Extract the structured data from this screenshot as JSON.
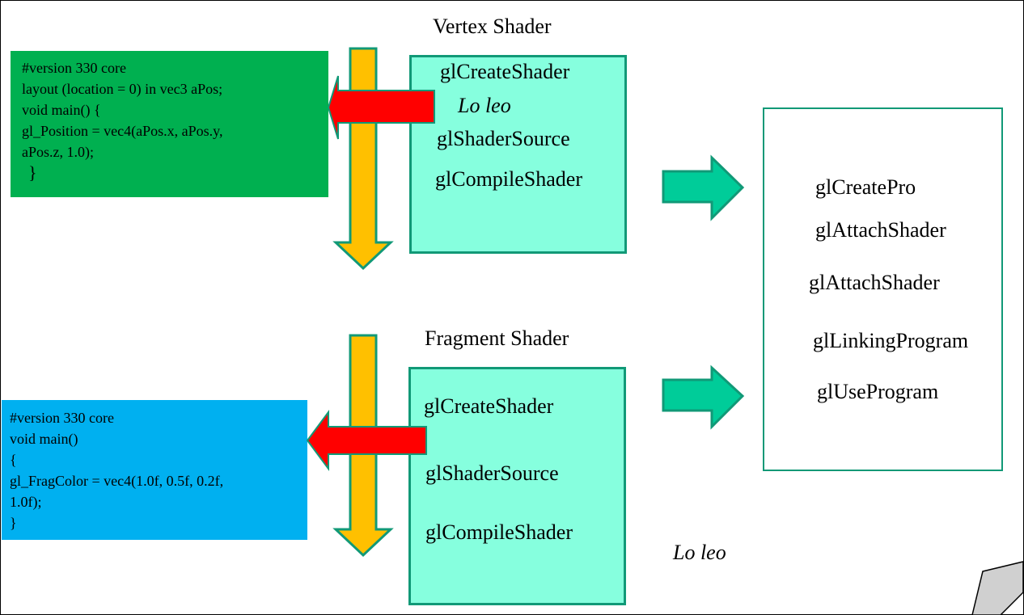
{
  "vertex": {
    "title": "Vertex Shader",
    "code": [
      "#version 330 core",
      "layout (location = 0)  in vec3 aPos;",
      "void main() {",
      "gl_Position = vec4(aPos.x, aPos.y,",
      "aPos.z, 1.0);",
      "  }"
    ],
    "steps": [
      "glCreateShader",
      "glShaderSource",
      "glCompileShader"
    ],
    "note": "Lo leo"
  },
  "fragment": {
    "title": "Fragment Shader",
    "code": [
      "#version 330 core",
      "void main()",
      "{",
      "gl_FragColor = vec4(1.0f, 0.5f, 0.2f,",
      "1.0f);",
      "}"
    ],
    "steps": [
      "glCreateShader",
      "glShaderSource",
      "glCompileShader"
    ],
    "note": "Lo leo"
  },
  "program": {
    "steps": [
      "glCreatePro",
      "glAttachShader",
      "glAttachShader",
      "glLinkingProgram",
      "glUseProgram"
    ]
  },
  "colors": {
    "vertex_code_bg": "#00B050",
    "fragment_code_bg": "#00B0F0",
    "step_box_bg": "#86FFDE",
    "step_box_border": "#119977",
    "flow_arrow": "#FFC000",
    "source_arrow": "#FF0000",
    "link_arrow": "#00CC99"
  }
}
